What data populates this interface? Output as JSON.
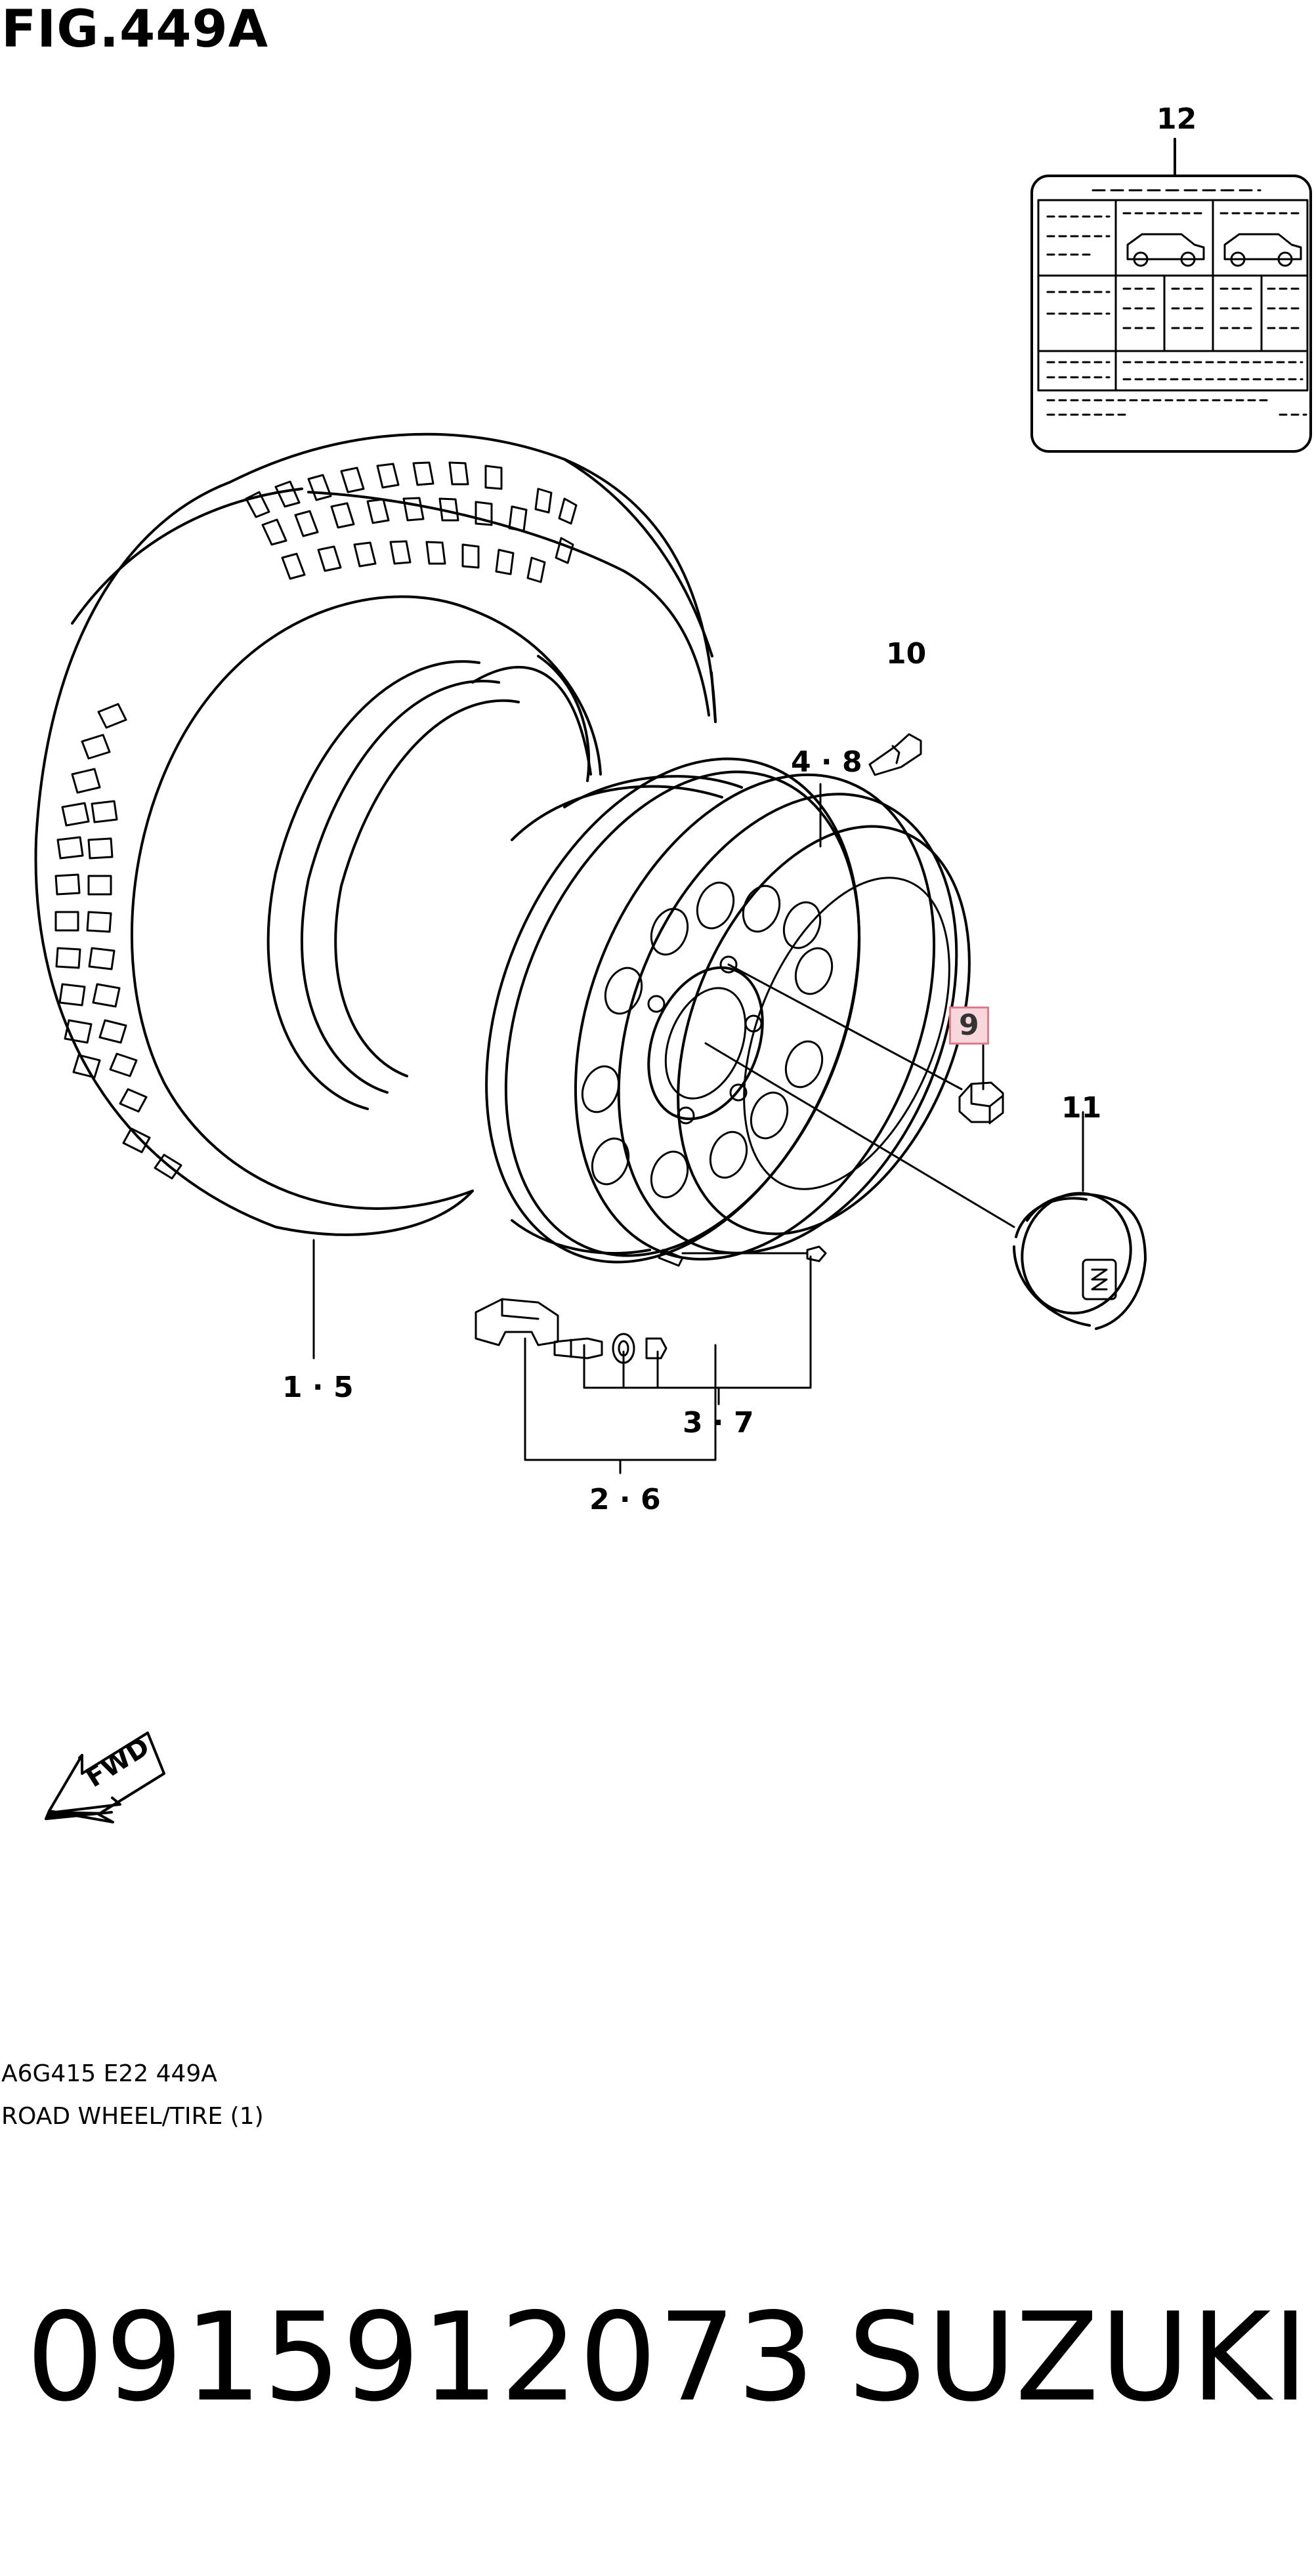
{
  "figure": {
    "title": "FIG.449A",
    "code": "A6G415 E22 449A",
    "caption": "ROAD WHEEL/TIRE (1)"
  },
  "callouts": {
    "c12": "12",
    "c10": "10",
    "c48": "4 · 8",
    "c9": "9",
    "c11": "11",
    "c15": "1 · 5",
    "c37": "3 · 7",
    "c26": "2 · 6"
  },
  "fwd_label": "FWD",
  "footer": {
    "part_number": "0915912073",
    "brand": "SUZUKI"
  },
  "colors": {
    "line": "#000000",
    "highlight_fill": "#f8d7dc",
    "highlight_border": "#e07c89"
  }
}
